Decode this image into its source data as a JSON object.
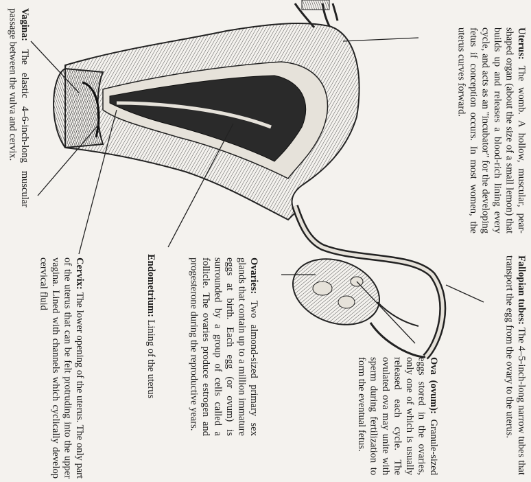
{
  "annotations": {
    "uterus": {
      "term": "Uterus:",
      "body": "The womb. A hollow, muscular, pear-shaped organ (about the size of a small lemon) that builds up and releases a blood-rich lining every cycle, and acts as an \"incubator\" for the developing fetus if conception occurs. In most women, the uterus curves forward."
    },
    "fallopian": {
      "term": "Fallopian tubes:",
      "body": "The 4–5-inch-long narrow tubes that transport the egg from the ovary to the uterus."
    },
    "ova": {
      "term": "Ova (ovum):",
      "body": "Granule-sized eggs stored in the ovaries, only one of which is usually released each cycle. The ovulated ova may unite with sperm during fertilization to form the eventual fetus."
    },
    "ovaries": {
      "term": "Ovaries:",
      "body": "Two almond-sized primary sex glands that contain up to a million immature eggs at birth. Each egg (or ovum) is surrounded by a group of cells called a follicle. The ovaries produce estrogen and progesterone during the reproductive years."
    },
    "endometrium": {
      "term": "Endometrium:",
      "body": "Lining of the uterus"
    },
    "cervix": {
      "term": "Cervix:",
      "body": "The lower opening of the uterus. The only part of the uterus that can be felt protruding into the upper vagina. Lined with channels which cyclically develop cervical fluid"
    },
    "vagina": {
      "term": "Vagina:",
      "body": "The elastic 4–6-inch-long muscular passage between the vulva and cervix."
    }
  }
}
